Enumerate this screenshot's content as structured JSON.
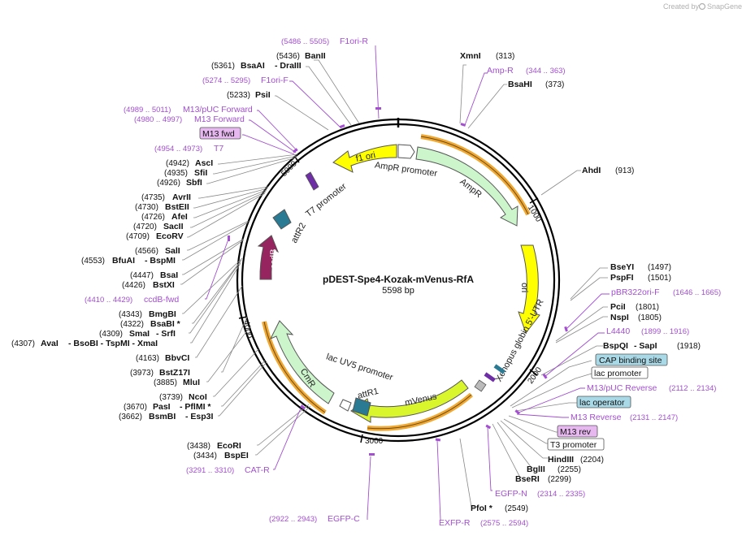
{
  "credit": {
    "prefix": "Created by",
    "brand": "SnapGene"
  },
  "plasmid": {
    "name": "pDEST-Spe4-Kozak-mVenus-RfA",
    "size": "5598 bp"
  },
  "ticks": {
    "t1000": "1000",
    "t2000": "2000",
    "t3000": "3000",
    "t4000": "4000",
    "t5000": "5000"
  },
  "features": {
    "f1ori": "f1 ori",
    "ampr_promoter": "AmpR promoter",
    "ampr": "AmpR",
    "ori": "ori",
    "xenopus": "Xenopus globin 5'-UTR",
    "mvenus": "mVenus",
    "attr1": "attR1",
    "lacuv5": "lac UV5 promoter",
    "cmr": "CmR",
    "ccdb": "ccdB",
    "attr2": "attR2",
    "t7promoter": "T7 promoter"
  },
  "sites_right": [
    {
      "name": "XmnI",
      "pos": "(313)"
    },
    {
      "name": "BsaHI",
      "pos": "(373)"
    },
    {
      "name": "AhdI",
      "pos": "(913)"
    },
    {
      "name": "BseYI",
      "pos": "(1497)"
    },
    {
      "name": "PspFI",
      "pos": "(1501)"
    },
    {
      "name": "PciI",
      "pos": "(1801)"
    },
    {
      "name": "NspI",
      "pos": "(1805)"
    },
    {
      "name": "BspQI",
      "pos": "(1918)",
      "extra": "- SapI"
    },
    {
      "name": "HindIII",
      "pos": "(2204)"
    },
    {
      "name": "BglII",
      "pos": "(2255)"
    },
    {
      "name": "BseRI",
      "pos": "(2299)"
    },
    {
      "name": "PfoI *",
      "pos": "(2549)"
    }
  ],
  "primers_right": [
    {
      "name": "Amp-R",
      "pos": "(344 .. 363)"
    },
    {
      "name": "pBR322ori-F",
      "pos": "(1646 .. 1665)"
    },
    {
      "name": "L4440",
      "pos": "(1899 .. 1916)"
    },
    {
      "name": "M13/pUC Reverse",
      "pos": "(2112 .. 2134)"
    },
    {
      "name": "M13 Reverse",
      "pos": "(2131 .. 2147)"
    },
    {
      "name": "EGFP-N",
      "pos": "(2314 .. 2335)"
    },
    {
      "name": "EXFP-R",
      "pos": "(2575 .. 2594)"
    }
  ],
  "boxes_right": {
    "cap": "CAP binding site",
    "lacprom": "lac promoter",
    "lacop": "lac operator",
    "m13rev": "M13 rev",
    "t3": "T3 promoter"
  },
  "sites_left": [
    {
      "pos": "(5436)",
      "name": "BanII"
    },
    {
      "pos": "(5361)",
      "name": "BsaAI",
      "extra": "- DraIII"
    },
    {
      "pos": "(5233)",
      "name": "PsiI"
    },
    {
      "pos": "(4942)",
      "name": "AscI"
    },
    {
      "pos": "(4935)",
      "name": "SfiI"
    },
    {
      "pos": "(4926)",
      "name": "SbfI"
    },
    {
      "pos": "(4735)",
      "name": "AvrII"
    },
    {
      "pos": "(4730)",
      "name": "BstEII"
    },
    {
      "pos": "(4726)",
      "name": "AfeI"
    },
    {
      "pos": "(4720)",
      "name": "SacII"
    },
    {
      "pos": "(4709)",
      "name": "EcoRV"
    },
    {
      "pos": "(4566)",
      "name": "SalI"
    },
    {
      "pos": "(4553)",
      "name": "BfuAI",
      "extra": "- BspMI"
    },
    {
      "pos": "(4447)",
      "name": "BsaI"
    },
    {
      "pos": "(4426)",
      "name": "BstXI"
    },
    {
      "pos": "(4343)",
      "name": "BmgBI"
    },
    {
      "pos": "(4322)",
      "name": "BsaBI *"
    },
    {
      "pos": "(4309)",
      "name": "SmaI",
      "extra": "- SrfI"
    },
    {
      "pos": "(4307)",
      "name": "AvaI",
      "extra": "- BsoBI  - TspMI  - XmaI"
    },
    {
      "pos": "(4163)",
      "name": "BbvCI"
    },
    {
      "pos": "(3973)",
      "name": "BstZ17I"
    },
    {
      "pos": "(3885)",
      "name": "MluI"
    },
    {
      "pos": "(3739)",
      "name": "NcoI"
    },
    {
      "pos": "(3670)",
      "name": "PasI",
      "extra": "- PflMI *"
    },
    {
      "pos": "(3662)",
      "name": "BsmBI",
      "extra": "- Esp3I"
    },
    {
      "pos": "(3438)",
      "name": "EcoRI"
    },
    {
      "pos": "(3434)",
      "name": "BspEI"
    }
  ],
  "primers_left": [
    {
      "pos": "(5486 .. 5505)",
      "name": "F1ori-R"
    },
    {
      "pos": "(5274 .. 5295)",
      "name": "F1ori-F"
    },
    {
      "pos": "(4989 .. 5011)",
      "name": "M13/pUC Forward"
    },
    {
      "pos": "(4980 .. 4997)",
      "name": "M13 Forward"
    },
    {
      "pos": "(4954 .. 4973)",
      "name": "T7"
    },
    {
      "pos": "(4410 .. 4429)",
      "name": "ccdB-fwd"
    },
    {
      "pos": "(3291 .. 3310)",
      "name": "CAT-R"
    },
    {
      "pos": "(2922 .. 2943)",
      "name": "EGFP-C"
    }
  ],
  "boxes_left": {
    "m13fwd": "M13 fwd"
  },
  "colors": {
    "primer": "#a34fd0",
    "ori": "#ffff00",
    "ampr": "#ccf5cc",
    "cmr": "#ccf5cc",
    "ccdb": "#96245e",
    "att": "#2a7a93",
    "mvenus": "#d9f52c",
    "orange": "#f0a830"
  }
}
